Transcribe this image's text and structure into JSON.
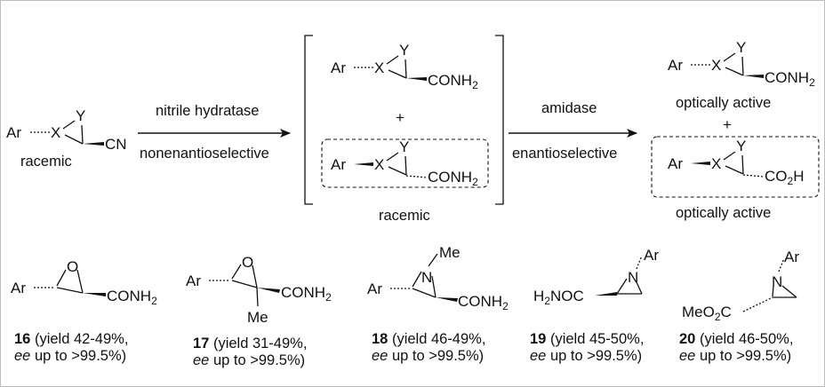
{
  "scheme": {
    "start": {
      "ar": "Ar",
      "x": "X",
      "y": "Y",
      "group": "CN",
      "caption": "racemic"
    },
    "step1": {
      "above": "nitrile hydratase",
      "below": "nonenantioselective"
    },
    "intermediate": {
      "top": {
        "ar": "Ar",
        "x": "X",
        "y": "Y",
        "group": "CONH",
        "sub": "2"
      },
      "plus": "+",
      "bottom": {
        "ar": "Ar",
        "x": "X",
        "y": "Y",
        "group": "CONH",
        "sub": "2"
      },
      "caption": "racemic"
    },
    "step2": {
      "above": "amidase",
      "below": "enantioselective"
    },
    "products": {
      "top": {
        "ar": "Ar",
        "x": "X",
        "y": "Y",
        "group": "CONH",
        "sub": "2",
        "caption": "optically active"
      },
      "plus": "+",
      "bottom": {
        "ar": "Ar",
        "x": "X",
        "y": "Y",
        "group": "CO",
        "sub": "2",
        "tail": "H",
        "caption": "optically active"
      }
    }
  },
  "compounds": [
    {
      "id": "16",
      "ar": "Ar",
      "hetero": "O",
      "group": "CONH",
      "sub": "2",
      "yield": " (yield 42-49%,",
      "ee": "ee",
      "ee_rest": " up to >99.5%)"
    },
    {
      "id": "17",
      "ar": "Ar",
      "hetero": "O",
      "group": "CONH",
      "sub": "2",
      "me": "Me",
      "yield": " (yield 31-49%,",
      "ee": "ee",
      "ee_rest": " up to >99.5%)"
    },
    {
      "id": "18",
      "ar": "Ar",
      "hetero": "N",
      "me": "Me",
      "group": "CONH",
      "sub": "2",
      "yield": " (yield 46-49%,",
      "ee": "ee",
      "ee_rest": " up to >99.5%)"
    },
    {
      "id": "19",
      "ar": "Ar",
      "hetero": "N",
      "group_pre": "H",
      "pre_sub": "2",
      "group": "NOC",
      "yield": " (yield 45-50%,",
      "ee": "ee",
      "ee_rest": " up to >99.5%)"
    },
    {
      "id": "20",
      "ar": "Ar",
      "hetero": "N",
      "group_pre": "MeO",
      "pre_sub": "2",
      "group": "C",
      "yield": " (yield 46-50%,",
      "ee": "ee",
      "ee_rest": " up to >99.5%)"
    }
  ],
  "colors": {
    "frame": "#bdbdbd",
    "ink": "#111111"
  }
}
